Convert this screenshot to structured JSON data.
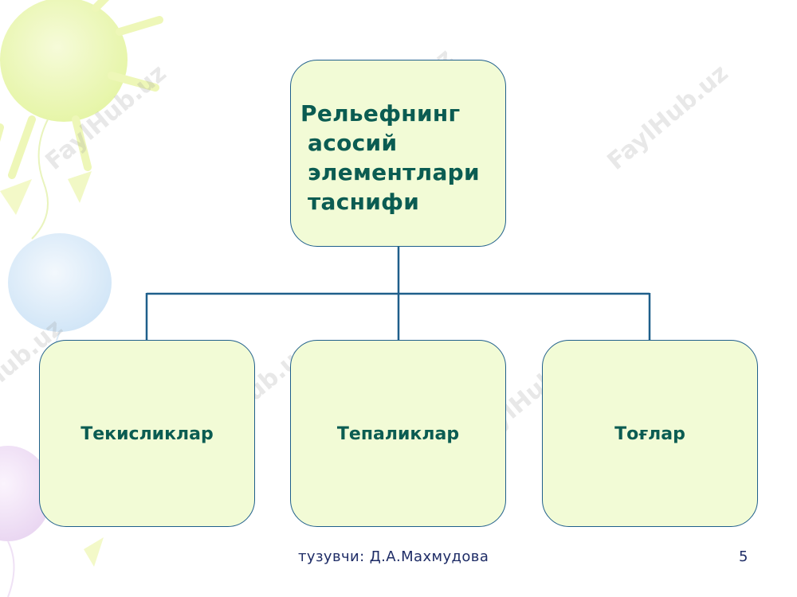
{
  "diagram": {
    "root": {
      "lines": [
        "Рельефнинг",
        "асосий",
        "элементлари",
        "таснифи"
      ]
    },
    "children": [
      {
        "label": "Текисликлар"
      },
      {
        "label": "Тепаликлар"
      },
      {
        "label": "Тоғлар"
      }
    ]
  },
  "footer": {
    "author": "тузувчи: Д.А.Махмудова",
    "page_number": "5"
  },
  "watermark": {
    "text": "FaylHub.uz"
  },
  "colors": {
    "box_fill": "#f2fbd6",
    "box_border": "#1f5f8b",
    "box_text": "#0b5c52",
    "connector": "#1f5f8b",
    "footer_text": "#1e2c66"
  }
}
